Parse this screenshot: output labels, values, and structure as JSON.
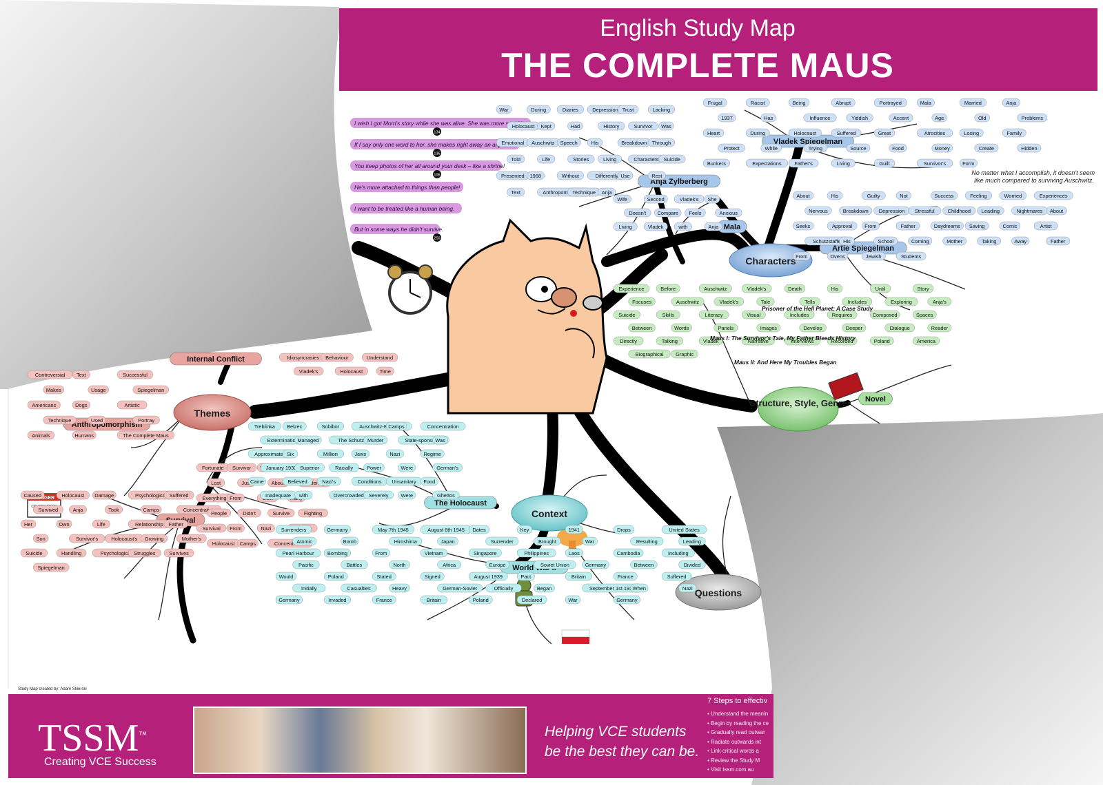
{
  "header": {
    "subtitle": "English Study Map",
    "title": "THE COMPLETE MAUS"
  },
  "central_hubs": {
    "themes": "Themes",
    "characters": "Characters",
    "context": "Context",
    "structure": "Structure, Style, Genre",
    "questions": "Questions"
  },
  "branches": {
    "internal_conflict": "Internal Conflict",
    "anthropomorphism": "Anthropomorphism",
    "survival": "Survival",
    "the_holocaust": "The Holocaust",
    "world_war_ii": "World War II",
    "anja": "Anja Zylberberg",
    "vladek": "Vladek Spiegelman",
    "artie": "Artie Spiegelman",
    "mala": "Mala",
    "novel": "Novel"
  },
  "quotes": [
    "I wish I got Mom's story while she was alive. She was more sensitive...",
    "If I say only one word to her, she makes right away an argument!",
    "You keep photos of her all around your desk – like a shrine!",
    "He's more attached to things than people!",
    "I want to be treated like a human being.",
    "But in some ways he didn't survive."
  ],
  "quote_pages": [
    "134",
    "136",
    "106",
    "",
    "",
    "250"
  ],
  "vladek_quote": "No matter what I accomplish, it doesn't seem like much compared to surviving Auschwitz.",
  "books": [
    "Prisoner of the Hell Planet: A Case Study",
    "Maus I: The Survivor's Tale, My Father Bleeds History",
    "Maus II: And Here My Troubles Began"
  ],
  "nodes": {
    "themes_left": [
      "Controversial",
      "Text",
      "Successful",
      "Makes",
      "Usage",
      "Spiegelman",
      "Americans",
      "Dogs",
      "Artistic",
      "Technique",
      "Used",
      "Portray",
      "Animals",
      "Humans",
      "The Complete Maus"
    ],
    "survival": [
      "Caused",
      "Holocaust",
      "Damage",
      "Psychological",
      "Suffered",
      "Survived",
      "Anja",
      "Took",
      "Camps",
      "Concentration",
      "Her",
      "Own",
      "Life",
      "Relationship",
      "Father",
      "Son",
      "Survivor's",
      "Holocaust's",
      "Growing",
      "Mother's",
      "Suicide",
      "Handling",
      "Psychologically",
      "Struggles",
      "Survives",
      "Spiegelman"
    ],
    "vladek_survival": [
      "Fortunate",
      "Survivor",
      "Was",
      "Vladek",
      "Lost",
      "Just",
      "About",
      "Suffering",
      "Everything",
      "From",
      "Guilt",
      "Many",
      "People",
      "Didn't",
      "Survive",
      "Fighting",
      "Survival",
      "From",
      "Nazi",
      "Invasion",
      "Holocaust",
      "Camps",
      "Concentration"
    ],
    "conflict": [
      "Idiosyncrasies",
      "Behaviour",
      "Understand",
      "Vladek's",
      "Holocaust",
      "Time"
    ],
    "holocaust": [
      "Treblinka",
      "Belzec",
      "Sobibor",
      "Auschwitz-Birkenau",
      "Camps",
      "Concentration",
      "Extermination",
      "Managed",
      "The Schutzstaffel",
      "Murder",
      "State-sponsored",
      "Was",
      "Approximately",
      "Six",
      "Million",
      "Jews",
      "Nazi",
      "Regime",
      "January 1933",
      "Superior",
      "Racially",
      "Power",
      "Were",
      "German's",
      "Came",
      "Believed",
      "Nazi's",
      "Conditions",
      "Unsanitary",
      "Food",
      "Inadequate",
      "with",
      "Overcrowded",
      "Severely",
      "Were",
      "Ghettos"
    ],
    "ww2": [
      "Surrenders",
      "Germany",
      "May 7th 1945",
      "August 6th 1945",
      "Dates",
      "Key",
      "1941",
      "Drops",
      "United States",
      "Atomic",
      "Bomb",
      "Hiroshima",
      "Japan",
      "Surrender",
      "Brought",
      "War",
      "Resulting",
      "Leading",
      "Pearl Harbour",
      "Bombing",
      "From",
      "Vietnam",
      "Singapore",
      "Philippines",
      "Laos",
      "Cambodia",
      "Including",
      "Pacific",
      "Battles",
      "North",
      "Africa",
      "Europe",
      "Soviet Union",
      "Germany",
      "Between",
      "Divided",
      "Would",
      "Poland",
      "Stated",
      "Signed",
      "August 1939",
      "Pact",
      "Britain",
      "France",
      "Suffered",
      "Initially",
      "Casualties",
      "Heavy",
      "German-Soviet",
      "Officially",
      "Began",
      "September 1st 1939",
      "When",
      "Nazi",
      "Germany",
      "Invaded",
      "France",
      "Britain",
      "Poland",
      "Declared",
      "War",
      "Germany"
    ],
    "anja": [
      "War",
      "During",
      "Diaries",
      "Depression",
      "Trust",
      "Lacking",
      "Holocaust",
      "Kept",
      "Had",
      "History",
      "Survivor",
      "Was",
      "Emotional",
      "Auschwitz",
      "Speech",
      "His",
      "Breakdown",
      "Through",
      "Told",
      "Life",
      "Stories",
      "Living",
      "Characters",
      "Suicide",
      "Presented",
      "1968",
      "Without",
      "Differently",
      "Use",
      "Rest",
      "Text",
      "Anthropomorphism",
      "Technique",
      "Anja"
    ],
    "mala": [
      "Wife",
      "Second",
      "Vladek's",
      "She",
      "Doesn't",
      "Compare",
      "Feels",
      "Anxious",
      "Living",
      "Vladek",
      "with",
      "Anja"
    ],
    "vladek": [
      "Frugal",
      "Racist",
      "Being",
      "Abrupt",
      "Portrayed",
      "Mala",
      "Married",
      "Anja",
      "1937",
      "Has",
      "Influence",
      "Yiddish",
      "Accent",
      "Age",
      "Old",
      "Problems",
      "Heart",
      "During",
      "Holocaust",
      "Suffered",
      "Great",
      "Atrocities",
      "Losing",
      "Family",
      "Protect",
      "While",
      "Trying",
      "Source",
      "Food",
      "Money",
      "Create",
      "Hidden",
      "Bunkers",
      "Expectations",
      "Father's",
      "Living",
      "Guilt",
      "Survivor's",
      "Form"
    ],
    "artie": [
      "About",
      "His",
      "Guilty",
      "Not",
      "Success",
      "Feeling",
      "Worried",
      "Experiences",
      "Nervous",
      "Breakdown",
      "Depression",
      "Stressful",
      "Childhood",
      "Leading",
      "Nightmares",
      "About",
      "Seeks",
      "Approval",
      "From",
      "Father",
      "Daydreams",
      "Saving",
      "Comic",
      "Artist",
      "Schutzstaffel",
      "His",
      "School",
      "Coming",
      "Mother",
      "Taking",
      "Away",
      "Father",
      "From",
      "Ovens",
      "Jewish",
      "Students"
    ],
    "structure": [
      "Experience",
      "Before",
      "Auschwitz",
      "Vladek's",
      "Death",
      "His",
      "Until",
      "Story",
      "Focuses",
      "Auschwitz",
      "Vladek's",
      "Tale",
      "Tells",
      "Includes",
      "Exploring",
      "Anja's",
      "Suicide",
      "Skills",
      "Literacy",
      "Visual",
      "Includes",
      "Requires",
      "Composed",
      "Spaces",
      "Between",
      "Words",
      "Panels",
      "Images",
      "Develop",
      "Deeper",
      "Dialogue",
      "Reader",
      "Directly",
      "Talking",
      "Vladek",
      "Narrative",
      "Interviews",
      "Recorded",
      "Poland",
      "America",
      "Biographical",
      "Graphic"
    ]
  },
  "footer": {
    "credit": "Study Map created by: Adam Skierski",
    "brand": "TSSM",
    "brand_tagline": "Creating VCE Success",
    "slogan_line1": "Helping VCE students",
    "slogan_line2": "be the best they can be.",
    "steps_title": "7 Steps to effectiv",
    "steps": [
      "Understand the meanin",
      "Begin by reading the ce",
      "Gradually read outwar",
      "Radiate outwards int",
      "Link critical words a",
      "Review the Study M",
      "Visit tssm.com.au"
    ]
  },
  "colors": {
    "magenta": "#b5217a",
    "branch": "#000000",
    "themes_node": "#e8a5a0",
    "characters_node": "#a7c7ea",
    "context_node": "#9fe0e3",
    "structure_node": "#a8e0a0",
    "questions_node": "#c9c9c9",
    "quote_bar": "#d79adf"
  },
  "icons": [
    "page-curl-top-left",
    "page-curl-bottom-right",
    "cat-holding-mouse",
    "alarm-clock-icon",
    "danger-sign-icon",
    "soldier-icon",
    "book-icon",
    "flag-icon",
    "mushroom-cloud-icon"
  ]
}
